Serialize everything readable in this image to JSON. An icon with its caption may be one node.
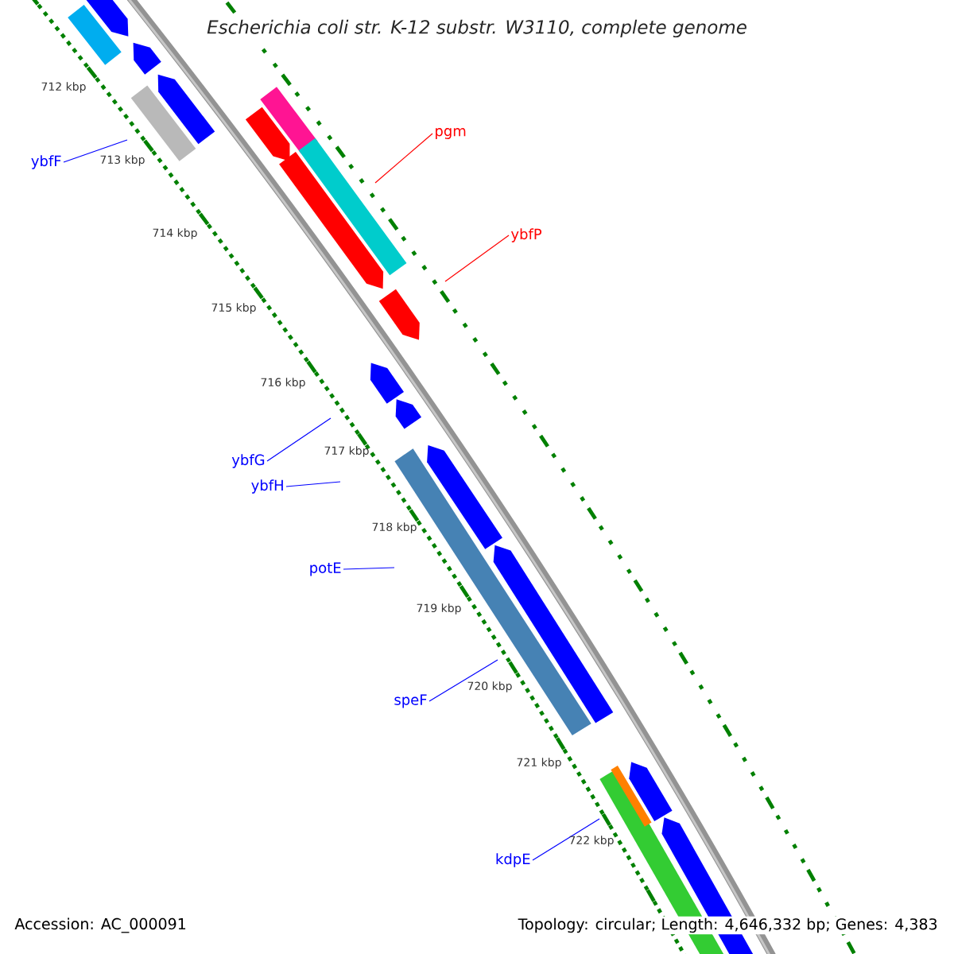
{
  "diagram": {
    "title": "Escherichia coli str. K-12 substr. W3110, complete genome",
    "nodes": [
      {
        "text": [
          "ybfF"
        ]
      },
      {
        "text": [
          "pgm"
        ]
      },
      {
        "text": [
          "ybfP"
        ]
      },
      {
        "text": [
          "ybfG"
        ]
      },
      {
        "text": [
          "ybfH"
        ]
      },
      {
        "text": [
          "potE"
        ]
      },
      {
        "text": [
          "speF"
        ]
      },
      {
        "text": [
          "kdpE"
        ]
      }
    ],
    "edges": [
      {
        "from": 0,
        "to": null,
        "arrow": "none"
      },
      {
        "from": 1,
        "to": null,
        "arrow": "none",
        "color": "#ff0000"
      },
      {
        "from": 2,
        "to": null,
        "arrow": "none",
        "color": "#ff0000"
      },
      {
        "from": 3,
        "to": null,
        "arrow": "none"
      },
      {
        "from": 4,
        "to": null,
        "arrow": "none"
      },
      {
        "from": 5,
        "to": null,
        "arrow": "none"
      },
      {
        "from": 6,
        "to": null,
        "arrow": "none"
      },
      {
        "from": 7,
        "to": null,
        "arrow": "none"
      }
    ],
    "labels": [
      "712 kbp",
      "713 kbp",
      "714 kbp",
      "715 kbp",
      "716 kbp",
      "717 kbp",
      "718 kbp",
      "719 kbp",
      "720 kbp",
      "721 kbp",
      "722 kbp",
      "Accession: AC_000091",
      "Topology: circular; Length: 4,646,332 bp; Genes: 4,383"
    ]
  }
}
